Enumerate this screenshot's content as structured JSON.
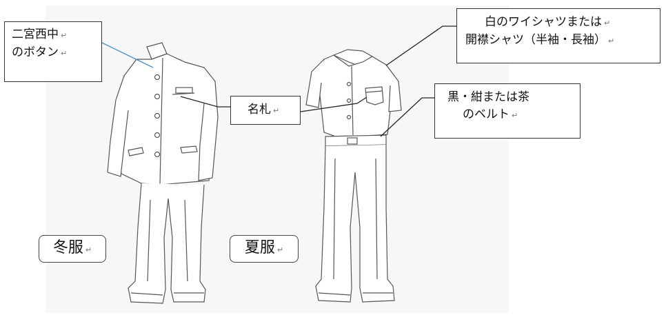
{
  "labels": {
    "button_label": [
      "二宮西中",
      "のボタン"
    ],
    "name_tag": "名札",
    "shirt": [
      "白のワイシャツまたは",
      "開襟シャツ（半袖・長袖）"
    ],
    "belt": [
      "黒・紺または茶",
      "のベルト"
    ],
    "winter": "冬服",
    "summer": "夏服"
  },
  "return_mark": "↵",
  "colors": {
    "leader_line": "#4a90c8",
    "outline": "#555555"
  }
}
